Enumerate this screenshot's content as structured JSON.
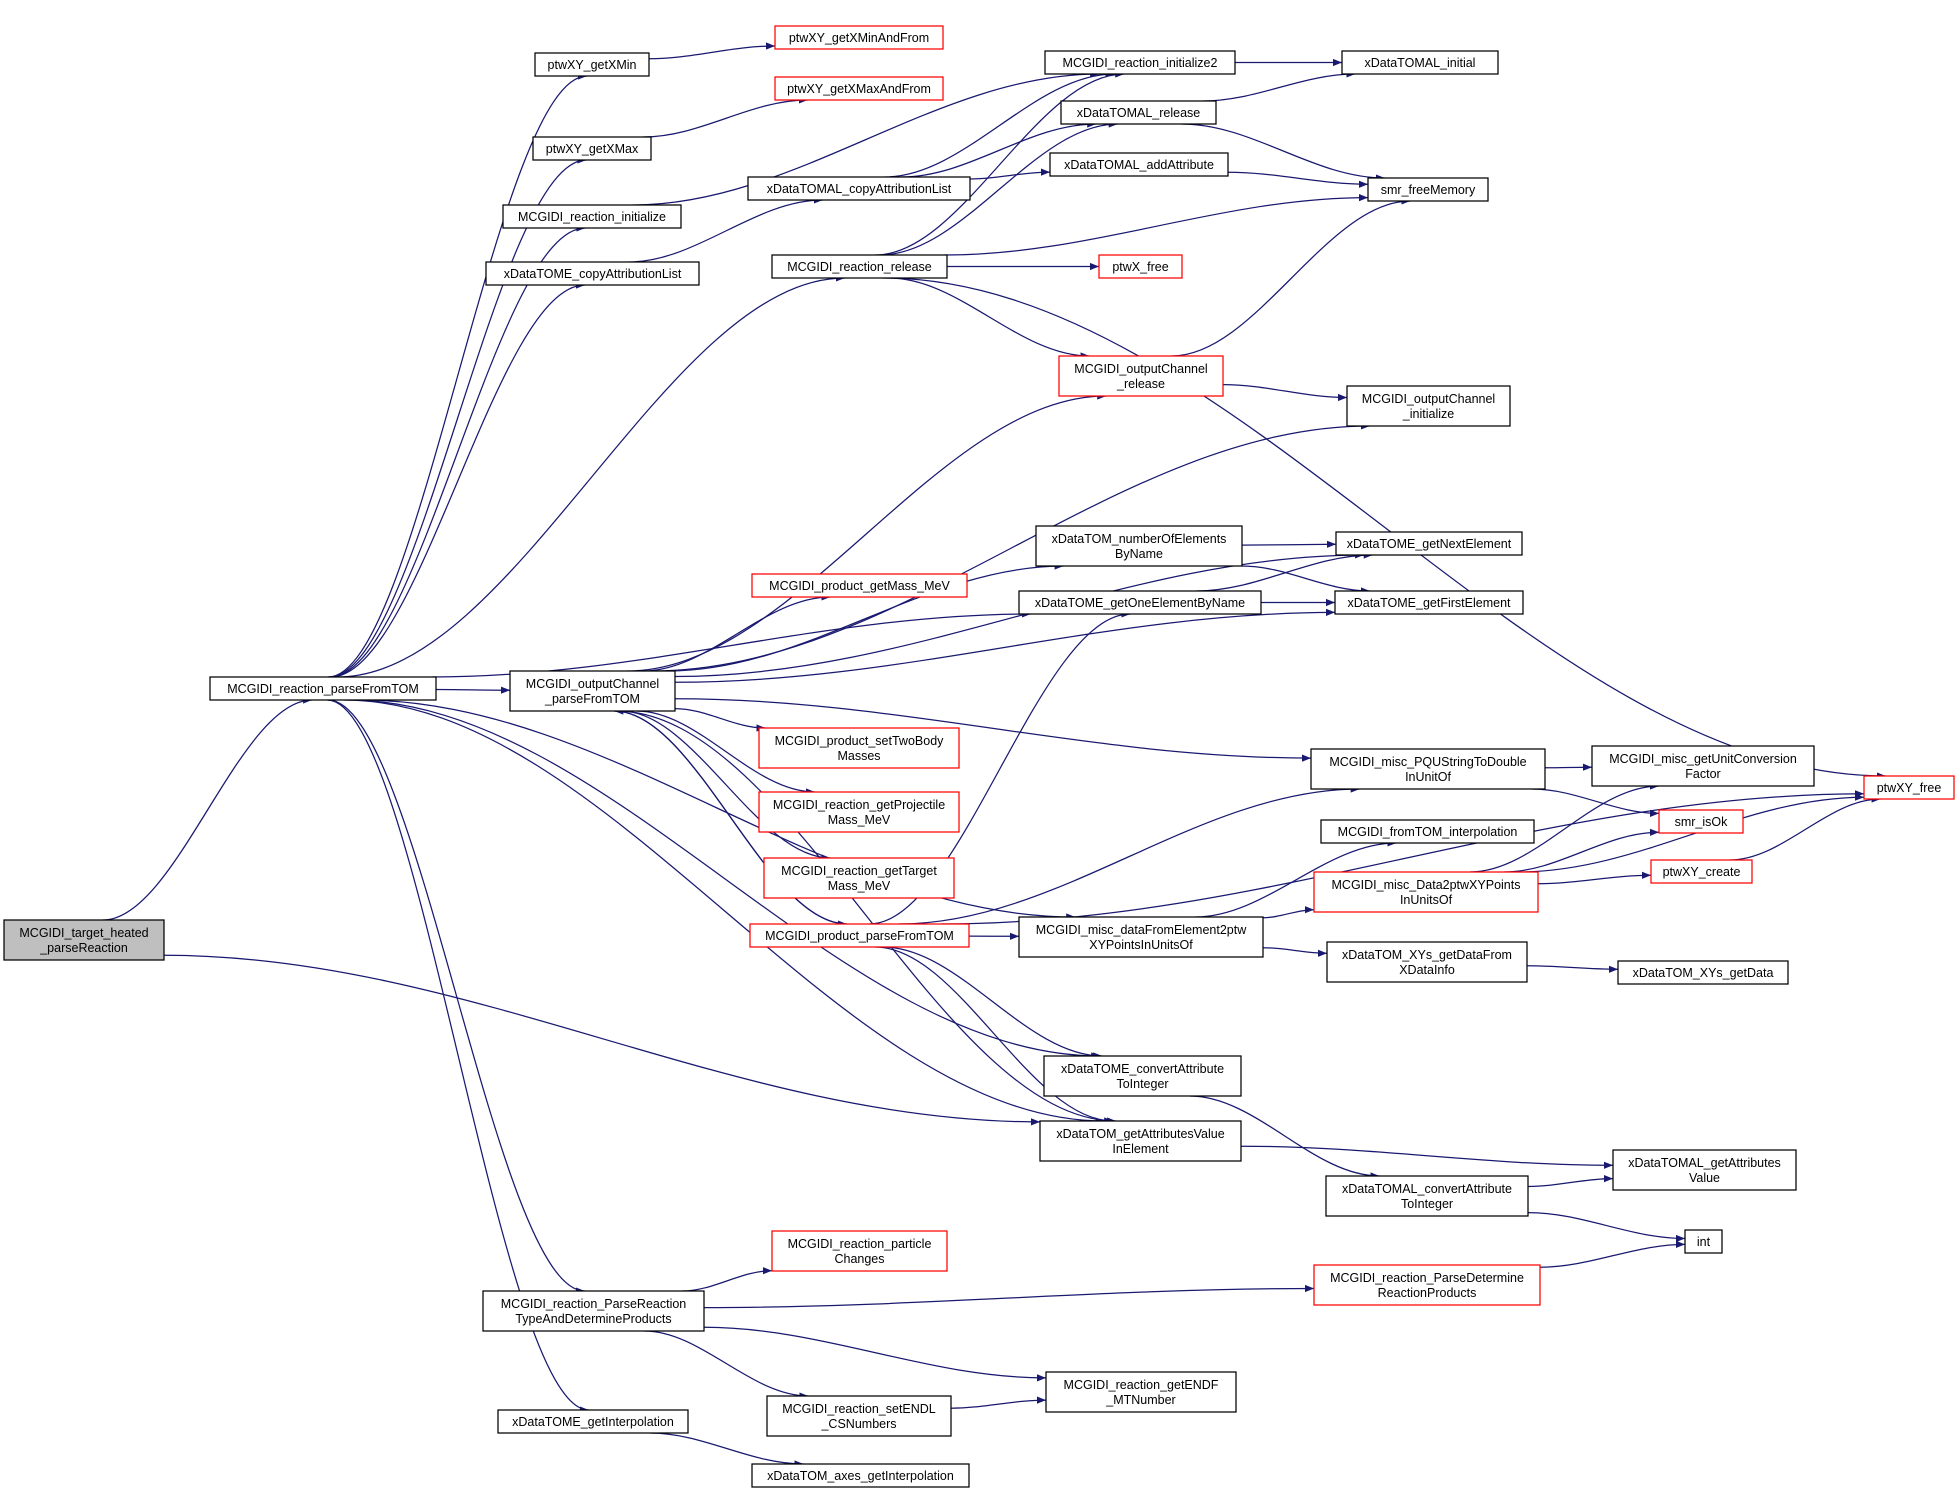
{
  "colors": {
    "edge": "#191970",
    "border_normal": "#000000",
    "border_truncated": "#ff0000",
    "fill_root": "#bfbfbf",
    "fill_normal": "#ffffff"
  },
  "nodes": [
    {
      "id": "root",
      "lines": [
        "MCGIDI_target_heated",
        "_parseReaction"
      ],
      "style": "root"
    },
    {
      "id": "parseFromTOM",
      "lines": [
        "MCGIDI_reaction_parseFromTOM"
      ],
      "style": "normal"
    },
    {
      "id": "getXMin",
      "lines": [
        "ptwXY_getXMin"
      ],
      "style": "normal"
    },
    {
      "id": "getXMinAndFrom",
      "lines": [
        "ptwXY_getXMinAndFrom"
      ],
      "style": "truncated"
    },
    {
      "id": "getXMax",
      "lines": [
        "ptwXY_getXMax"
      ],
      "style": "normal"
    },
    {
      "id": "getXMaxAndFrom",
      "lines": [
        "ptwXY_getXMaxAndFrom"
      ],
      "style": "truncated"
    },
    {
      "id": "reactionInitialize",
      "lines": [
        "MCGIDI_reaction_initialize"
      ],
      "style": "normal"
    },
    {
      "id": "tomeCopyAttr",
      "lines": [
        "xDataTOME_copyAttributionList"
      ],
      "style": "normal"
    },
    {
      "id": "reactionInitialize2",
      "lines": [
        "MCGIDI_reaction_initialize2"
      ],
      "style": "normal"
    },
    {
      "id": "tomalInitial",
      "lines": [
        "xDataTOMAL_initial"
      ],
      "style": "normal"
    },
    {
      "id": "tomalRelease",
      "lines": [
        "xDataTOMAL_release"
      ],
      "style": "normal"
    },
    {
      "id": "tomalCopyAttr",
      "lines": [
        "xDataTOMAL_copyAttributionList"
      ],
      "style": "normal"
    },
    {
      "id": "tomalAddAttr",
      "lines": [
        "xDataTOMAL_addAttribute"
      ],
      "style": "normal"
    },
    {
      "id": "smrFreeMemory",
      "lines": [
        "smr_freeMemory"
      ],
      "style": "normal"
    },
    {
      "id": "reactionRelease",
      "lines": [
        "MCGIDI_reaction_release"
      ],
      "style": "normal"
    },
    {
      "id": "ptwXFree",
      "lines": [
        "ptwX_free"
      ],
      "style": "truncated"
    },
    {
      "id": "ocRelease",
      "lines": [
        "MCGIDI_outputChannel",
        "_release"
      ],
      "style": "truncated"
    },
    {
      "id": "ocInitialize",
      "lines": [
        "MCGIDI_outputChannel",
        "_initialize"
      ],
      "style": "normal"
    },
    {
      "id": "numElemByName",
      "lines": [
        "xDataTOM_numberOfElements",
        "ByName"
      ],
      "style": "normal"
    },
    {
      "id": "getNextElement",
      "lines": [
        "xDataTOME_getNextElement"
      ],
      "style": "normal"
    },
    {
      "id": "getMassMeV",
      "lines": [
        "MCGIDI_product_getMass_MeV"
      ],
      "style": "truncated"
    },
    {
      "id": "getOneElemByName",
      "lines": [
        "xDataTOME_getOneElementByName"
      ],
      "style": "normal"
    },
    {
      "id": "getFirstElement",
      "lines": [
        "xDataTOME_getFirstElement"
      ],
      "style": "normal"
    },
    {
      "id": "ocParseFromTOM",
      "lines": [
        "MCGIDI_outputChannel",
        "_parseFromTOM"
      ],
      "style": "normal"
    },
    {
      "id": "setTwoBody",
      "lines": [
        "MCGIDI_product_setTwoBody",
        "Masses"
      ],
      "style": "truncated"
    },
    {
      "id": "getProjMass",
      "lines": [
        "MCGIDI_reaction_getProjectile",
        "Mass_MeV"
      ],
      "style": "truncated"
    },
    {
      "id": "getTargetMass",
      "lines": [
        "MCGIDI_reaction_getTarget",
        "Mass_MeV"
      ],
      "style": "truncated"
    },
    {
      "id": "productParse",
      "lines": [
        "MCGIDI_product_parseFromTOM"
      ],
      "style": "truncated"
    },
    {
      "id": "pqString",
      "lines": [
        "MCGIDI_misc_PQUStringToDouble",
        "InUnitOf"
      ],
      "style": "normal"
    },
    {
      "id": "unitConv",
      "lines": [
        "MCGIDI_misc_getUnitConversion",
        "Factor"
      ],
      "style": "normal"
    },
    {
      "id": "ptwXYFree",
      "lines": [
        "ptwXY_free"
      ],
      "style": "truncated"
    },
    {
      "id": "smrIsOk",
      "lines": [
        "smr_isOk"
      ],
      "style": "truncated"
    },
    {
      "id": "fromTOMInterp",
      "lines": [
        "MCGIDI_fromTOM_interpolation"
      ],
      "style": "normal"
    },
    {
      "id": "data2ptwXY",
      "lines": [
        "MCGIDI_misc_Data2ptwXYPoints",
        "InUnitsOf"
      ],
      "style": "truncated"
    },
    {
      "id": "ptwXYCreate",
      "lines": [
        "ptwXY_create"
      ],
      "style": "truncated"
    },
    {
      "id": "dataFromElement",
      "lines": [
        "MCGIDI_misc_dataFromElement2ptw",
        "XYPointsInUnitsOf"
      ],
      "style": "normal"
    },
    {
      "id": "xysGetDataFrom",
      "lines": [
        "xDataTOM_XYs_getDataFrom",
        "XDataInfo"
      ],
      "style": "normal"
    },
    {
      "id": "xysGetData",
      "lines": [
        "xDataTOM_XYs_getData"
      ],
      "style": "normal"
    },
    {
      "id": "tomeConvertAttr",
      "lines": [
        "xDataTOME_convertAttribute",
        "ToInteger"
      ],
      "style": "normal"
    },
    {
      "id": "getAttrValueInElem",
      "lines": [
        "xDataTOM_getAttributesValue",
        "InElement"
      ],
      "style": "normal"
    },
    {
      "id": "tomalConvertAttr",
      "lines": [
        "xDataTOMAL_convertAttribute",
        "ToInteger"
      ],
      "style": "normal"
    },
    {
      "id": "tomalGetAttrValue",
      "lines": [
        "xDataTOMAL_getAttributes",
        "Value"
      ],
      "style": "normal"
    },
    {
      "id": "int",
      "lines": [
        "int"
      ],
      "style": "normal"
    },
    {
      "id": "particleChanges",
      "lines": [
        "MCGIDI_reaction_particle",
        "Changes"
      ],
      "style": "truncated"
    },
    {
      "id": "parseReactionType",
      "lines": [
        "MCGIDI_reaction_ParseReaction",
        "TypeAndDetermineProducts"
      ],
      "style": "normal"
    },
    {
      "id": "parseDetermine",
      "lines": [
        "MCGIDI_reaction_ParseDetermine",
        "ReactionProducts"
      ],
      "style": "truncated"
    },
    {
      "id": "setENDL",
      "lines": [
        "MCGIDI_reaction_setENDL",
        "_CSNumbers"
      ],
      "style": "normal"
    },
    {
      "id": "getENDF",
      "lines": [
        "MCGIDI_reaction_getENDF",
        "_MTNumber"
      ],
      "style": "normal"
    },
    {
      "id": "tomeGetInterp",
      "lines": [
        "xDataTOME_getInterpolation"
      ],
      "style": "normal"
    },
    {
      "id": "axesGetInterp",
      "lines": [
        "xDataTOM_axes_getInterpolation"
      ],
      "style": "normal"
    }
  ],
  "edges": [
    [
      "root",
      "parseFromTOM"
    ],
    [
      "root",
      "getAttrValueInElem"
    ],
    [
      "parseFromTOM",
      "getXMin"
    ],
    [
      "parseFromTOM",
      "getXMax"
    ],
    [
      "parseFromTOM",
      "reactionInitialize"
    ],
    [
      "parseFromTOM",
      "tomeCopyAttr"
    ],
    [
      "parseFromTOM",
      "reactionRelease"
    ],
    [
      "parseFromTOM",
      "ocParseFromTOM"
    ],
    [
      "parseFromTOM",
      "getOneElemByName"
    ],
    [
      "parseFromTOM",
      "dataFromElement"
    ],
    [
      "parseFromTOM",
      "tomeConvertAttr"
    ],
    [
      "parseFromTOM",
      "getAttrValueInElem"
    ],
    [
      "parseFromTOM",
      "parseReactionType"
    ],
    [
      "parseFromTOM",
      "tomeGetInterp"
    ],
    [
      "getXMin",
      "getXMinAndFrom"
    ],
    [
      "getXMax",
      "getXMaxAndFrom"
    ],
    [
      "reactionInitialize",
      "reactionInitialize2"
    ],
    [
      "tomeCopyAttr",
      "tomalCopyAttr"
    ],
    [
      "reactionInitialize2",
      "tomalInitial"
    ],
    [
      "tomalCopyAttr",
      "reactionInitialize2"
    ],
    [
      "tomalCopyAttr",
      "tomalRelease"
    ],
    [
      "tomalCopyAttr",
      "tomalAddAttr"
    ],
    [
      "tomalRelease",
      "tomalInitial"
    ],
    [
      "tomalRelease",
      "smrFreeMemory"
    ],
    [
      "tomalAddAttr",
      "smrFreeMemory"
    ],
    [
      "reactionRelease",
      "reactionInitialize2"
    ],
    [
      "reactionRelease",
      "tomalRelease"
    ],
    [
      "reactionRelease",
      "smrFreeMemory"
    ],
    [
      "reactionRelease",
      "ptwXFree"
    ],
    [
      "reactionRelease",
      "ocRelease"
    ],
    [
      "reactionRelease",
      "ptwXYFree"
    ],
    [
      "ocRelease",
      "smrFreeMemory"
    ],
    [
      "ocRelease",
      "ocInitialize"
    ],
    [
      "ocParseFromTOM",
      "ocRelease"
    ],
    [
      "ocParseFromTOM",
      "ocInitialize"
    ],
    [
      "ocParseFromTOM",
      "getNextElement"
    ],
    [
      "ocParseFromTOM",
      "numElemByName"
    ],
    [
      "ocParseFromTOM",
      "getMassMeV"
    ],
    [
      "ocParseFromTOM",
      "getFirstElement"
    ],
    [
      "ocParseFromTOM",
      "setTwoBody"
    ],
    [
      "ocParseFromTOM",
      "getProjMass"
    ],
    [
      "ocParseFromTOM",
      "getTargetMass"
    ],
    [
      "ocParseFromTOM",
      "productParse"
    ],
    [
      "ocParseFromTOM",
      "pqString"
    ],
    [
      "ocParseFromTOM",
      "getAttrValueInElem"
    ],
    [
      "numElemByName",
      "getNextElement"
    ],
    [
      "numElemByName",
      "getFirstElement"
    ],
    [
      "getOneElemByName",
      "getNextElement"
    ],
    [
      "getOneElemByName",
      "getFirstElement"
    ],
    [
      "productParse",
      "ocParseFromTOM"
    ],
    [
      "productParse",
      "getOneElemByName"
    ],
    [
      "productParse",
      "pqString"
    ],
    [
      "productParse",
      "ptwXYFree"
    ],
    [
      "productParse",
      "dataFromElement"
    ],
    [
      "productParse",
      "tomeConvertAttr"
    ],
    [
      "productParse",
      "getAttrValueInElem"
    ],
    [
      "pqString",
      "unitConv"
    ],
    [
      "pqString",
      "smrIsOk"
    ],
    [
      "data2ptwXY",
      "unitConv"
    ],
    [
      "data2ptwXY",
      "smrIsOk"
    ],
    [
      "data2ptwXY",
      "ptwXYCreate"
    ],
    [
      "data2ptwXY",
      "ptwXYFree"
    ],
    [
      "ptwXYCreate",
      "ptwXYFree"
    ],
    [
      "dataFromElement",
      "fromTOMInterp"
    ],
    [
      "dataFromElement",
      "data2ptwXY"
    ],
    [
      "dataFromElement",
      "xysGetDataFrom"
    ],
    [
      "xysGetDataFrom",
      "xysGetData"
    ],
    [
      "tomeConvertAttr",
      "tomalConvertAttr"
    ],
    [
      "getAttrValueInElem",
      "tomalGetAttrValue"
    ],
    [
      "tomalConvertAttr",
      "tomalGetAttrValue"
    ],
    [
      "tomalConvertAttr",
      "int"
    ],
    [
      "parseDetermine",
      "int"
    ],
    [
      "parseReactionType",
      "particleChanges"
    ],
    [
      "parseReactionType",
      "parseDetermine"
    ],
    [
      "parseReactionType",
      "getENDF"
    ],
    [
      "parseReactionType",
      "setENDL"
    ],
    [
      "setENDL",
      "getENDF"
    ],
    [
      "tomeGetInterp",
      "axesGetInterp"
    ]
  ]
}
